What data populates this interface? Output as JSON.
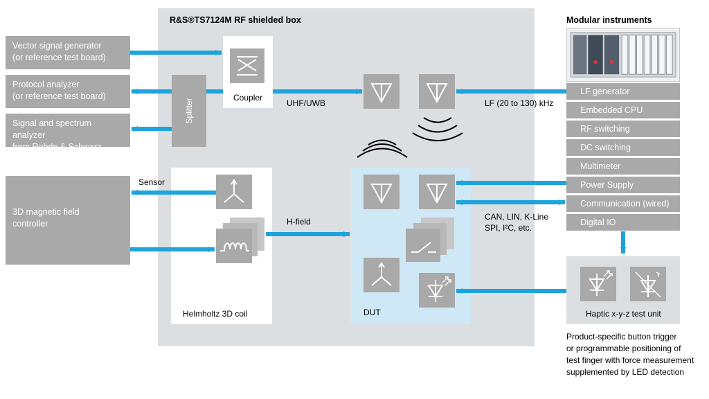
{
  "shielded_box": {
    "title": "R&S®TS7124M RF shielded box"
  },
  "modular": {
    "title": "Modular instruments"
  },
  "left": {
    "vsg": [
      "Vector signal generator",
      "(or reference test board)"
    ],
    "protocol": [
      "Protocol analyzer",
      "(or reference test board)"
    ],
    "signal": [
      "Signal and spectrum analyzer",
      "from Rohde & Schwarz"
    ],
    "magnetic": [
      "3D magnetic field",
      "controller"
    ]
  },
  "inner": {
    "coupler": "Coupler",
    "splitter": "Splitter",
    "helmholtz": "Helmholtz 3D coil",
    "dut": "DUT"
  },
  "labels": {
    "uhf": "UHF/UWB",
    "lf": "LF (20 to 130) kHz",
    "sensor": "Sensor",
    "hfield": "H-field",
    "can1": "CAN, LIN, K-Line",
    "can2": "SPI, I²C, etc."
  },
  "instruments": [
    "LF generator",
    "Embedded CPU",
    "RF switching",
    "DC switching",
    "Multimeter",
    "Power Supply",
    "Communication (wired)",
    "Digital IO"
  ],
  "haptic": {
    "label": "Haptic x-y-z test unit"
  },
  "caption": [
    "Product-specific button trigger",
    "or programmable positioning of",
    "test finger with force measurement",
    "supplemented by LED detection"
  ],
  "colors": {
    "arrow": "#1ea3dc",
    "box_grey": "#a9a9a9",
    "shield_bg": "#dbdfe2",
    "dut_bg": "#cfe8f6"
  }
}
